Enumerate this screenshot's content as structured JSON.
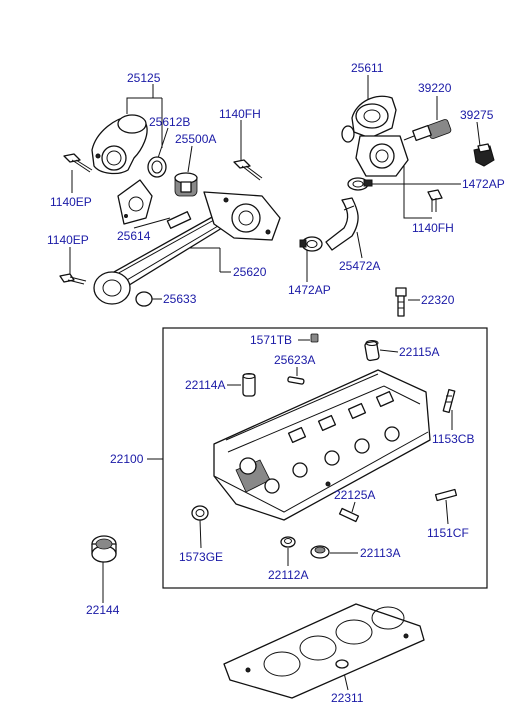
{
  "labels": {
    "p25125": "25125",
    "p25612B": "25612B",
    "p1140FH_top": "1140FH",
    "p25500A": "25500A",
    "p1140EP_a": "1140EP",
    "p1140EP_b": "1140EP",
    "p25614": "25614",
    "p25620": "25620",
    "p25633": "25633",
    "p25611": "25611",
    "p39220": "39220",
    "p39275": "39275",
    "p1472AP_a": "1472AP",
    "p1140FH_b": "1140FH",
    "p25472A": "25472A",
    "p1472AP_b": "1472AP",
    "p22320": "22320",
    "p1571TB": "1571TB",
    "p22115A": "22115A",
    "p25623A": "25623A",
    "p22114A": "22114A",
    "p22100": "22100",
    "p1153CB": "1153CB",
    "p22125A": "22125A",
    "p1151CF": "1151CF",
    "p1573GE": "1573GE",
    "p22113A": "22113A",
    "p22112A": "22112A",
    "p22144": "22144",
    "p22311": "22311"
  }
}
